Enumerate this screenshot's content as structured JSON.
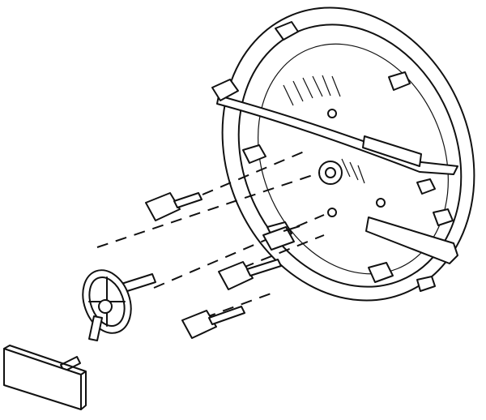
{
  "diagram": {
    "type": "exploded-view",
    "subject": "hatch-door-assembly",
    "parts": [
      "door-rim",
      "door-panel",
      "crossbar-upper",
      "crossbar-lower",
      "latch-dogs",
      "hub",
      "latch-assemblies",
      "handwheel",
      "handle-plate"
    ],
    "colors": {
      "line": "#111111",
      "background": "#ffffff"
    }
  }
}
